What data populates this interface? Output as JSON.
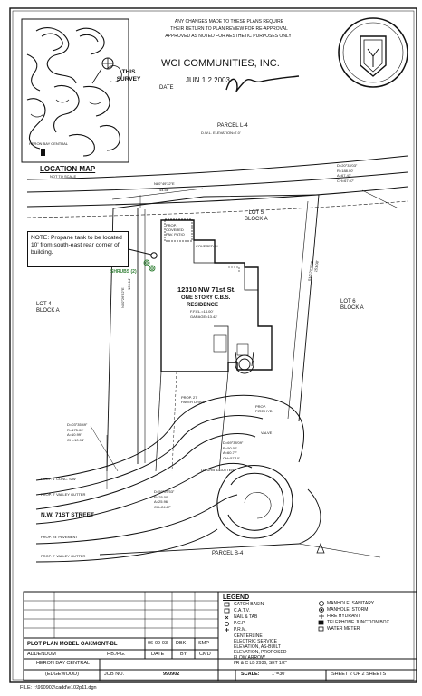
{
  "header": {
    "approval_line1": "ANY CHANGES MADE TO THESE PLANS REQUIRE",
    "approval_line2": "THEIR RETURN TO PLAN REVIEW FOR RE-APPROVAL",
    "approval_line3": "APPROVED AS NOTED FOR AESTHETIC PURPOSES ONLY",
    "company": "WCI COMMUNITIES, INC.",
    "date_label": "DATE",
    "date_stamp": "JUN 1 2 2003"
  },
  "location_map": {
    "title": "LOCATION MAP",
    "subtitle": "NOT TO SCALE",
    "this_survey": "THIS SURVEY",
    "heron_bay": "HERON BAY CENTRAL"
  },
  "parcel_top": {
    "name": "PARCEL L-4",
    "sub": "D.W.L. ELEVATION=7.0'"
  },
  "note": {
    "text": "NOTE: Propane tank to be located 10' from south-east rear corner of building."
  },
  "shrubs": "SHRUBS (2)",
  "lots": {
    "lot5_a": "LOT 5",
    "lot5_b": "BLOCK A",
    "lot4_a": "LOT 4",
    "lot4_b": "BLOCK A",
    "lot6_a": "LOT 6",
    "lot6_b": "BLOCK A"
  },
  "building": {
    "address": "12310 NW 71st St.",
    "line2": "ONE STORY C.B.S.",
    "line3": "RESIDENCE",
    "line4": "F.F.EL.=14.00'",
    "line5": "GARAGE=13.42'"
  },
  "curves": {
    "c1": [
      "D=20°33'03\"",
      "R=188.00'",
      "A=67.43'",
      "CH=67.07'"
    ],
    "c2": [
      "D=03°35'49\"",
      "R=175.00'",
      "A=10.99'",
      "CH=10.94'"
    ],
    "c3": [
      "D=69°38'09\"",
      "R=50.00'",
      "A=60.77'",
      "CH=57.10'"
    ],
    "c4": [
      "D=59°29'53\"",
      "R=25.00'",
      "A=25.96'",
      "CH=24.87'"
    ]
  },
  "bearings": {
    "north": "N80°49'32\"E",
    "north_dist": "44.58'",
    "west": "N00°26'52\"E",
    "west_dist": "163.14'",
    "east": "S10°22'35\"E",
    "east_dist": "153.08'"
  },
  "site_labels": {
    "prop_pool": "PROP. COVERED PAV. PATIO",
    "covered": "COVERED BL",
    "pavers": "PROP. 27' PAVER DRIVE",
    "fire": "PROP. FIRE HYD.",
    "valve": "VALVE",
    "conc_sw": "PROP. 4' CONC. S/W",
    "valley": "PROP. 2' VALLEY GUTTER",
    "street": "N.W. 71ST STREET",
    "pavement": "PROP. 24' PAVEMENT",
    "valley2": "PROP. 2' VALLEY GUTTER",
    "dcurb": "D'CURB & GUTTER",
    "parcel_b": "PARCEL B-4"
  },
  "legend": {
    "title": "LEGEND",
    "left": [
      "CATCH BASIN",
      "C.A.T.V.",
      "NAIL & TAB",
      "P.C.P.",
      "P.R.M.",
      "CENTERLINE",
      "ELECTRIC SERVICE",
      "ELEVATION, AS-BUILT",
      "ELEVATION, PROPOSED",
      "FLOW ARROW",
      "I/R & C LB 2936, SET 1/2\""
    ],
    "right": [
      "MANHOLE, SANITARY",
      "MANHOLE, STORM",
      "FIRE HYDRANT",
      "TELEPHONE JUNCTION BOX",
      "WATER METER"
    ]
  },
  "title_block": {
    "plan_title": "PLOT PLAN MODEL OAKMONT-BL",
    "date": "06-09-03",
    "by": "DBK",
    "ck": "SMP",
    "date_h": "DATE",
    "by_h": "BY",
    "ck_h": "CK'D",
    "addendum": "ADDENDUM",
    "fb": "F.B./PG.",
    "project": "HERON BAY CENTRAL",
    "project_sub": "(EDGEWOOD)",
    "job_label": "JOB NO.",
    "job_no": "990902",
    "scale_label": "SCALE:",
    "scale": "1\"=30'",
    "sheet": "SHEET 2 OF 2 SHEETS"
  },
  "footer": {
    "file": "FILE: r:\\990902\\cadd\\e102p11.dgn"
  }
}
